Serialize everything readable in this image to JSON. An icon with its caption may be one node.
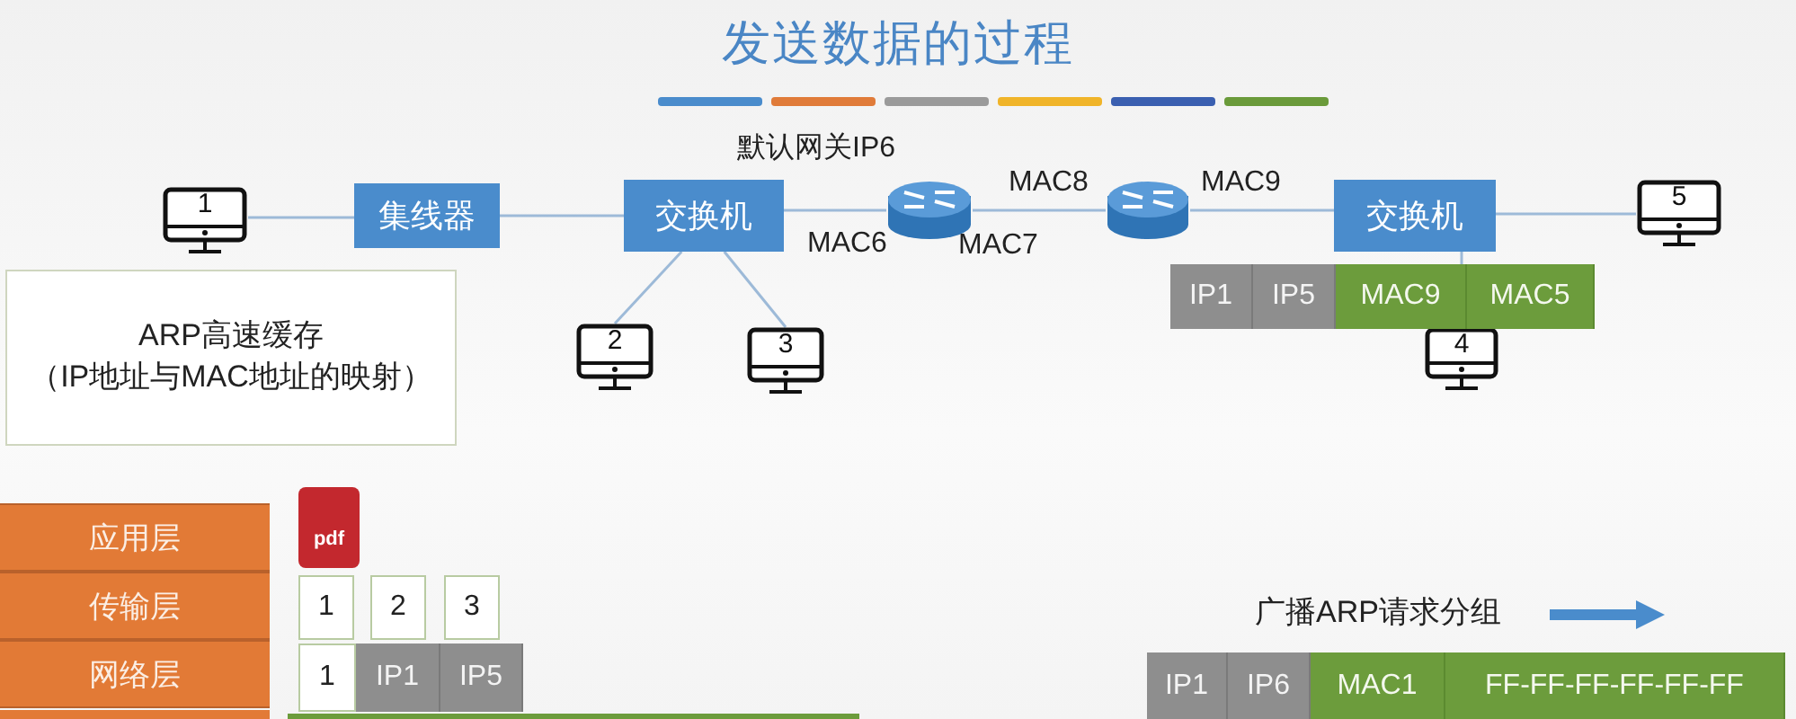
{
  "diagram": {
    "title": "发送数据的过程",
    "nodes": [
      {
        "text": [
          "1"
        ]
      },
      {
        "text": [
          "集线器"
        ]
      },
      {
        "text": [
          "交换机"
        ]
      },
      {
        "text": [],
        "shape": "picture",
        "beside": [
          "默认网关IP6",
          "MAC6",
          "MAC7"
        ]
      },
      {
        "text": [],
        "shape": "picture",
        "beside": [
          "MAC8",
          "MAC9"
        ]
      },
      {
        "text": [
          "交换机"
        ]
      },
      {
        "text": [
          "5"
        ]
      },
      {
        "text": [
          "2"
        ]
      },
      {
        "text": [
          "3"
        ]
      },
      {
        "text": [
          "4"
        ]
      },
      {
        "text": [
          "ARP高速缓存",
          "（IP地址与MAC地址的映射）"
        ]
      }
    ],
    "edges": [
      {
        "from": 0,
        "to": 1,
        "arrow": "none"
      },
      {
        "from": 1,
        "to": 2,
        "arrow": "none"
      },
      {
        "from": 2,
        "to": 3,
        "arrow": "none"
      },
      {
        "from": 3,
        "to": 4,
        "arrow": "none"
      },
      {
        "from": 4,
        "to": 5,
        "arrow": "none"
      },
      {
        "from": 5,
        "to": 6,
        "arrow": "none"
      },
      {
        "from": 2,
        "to": 7,
        "arrow": "none"
      },
      {
        "from": 2,
        "to": 8,
        "arrow": "none"
      },
      {
        "from": 5,
        "to": 9,
        "arrow": "none"
      }
    ],
    "labels": [
      "IP1",
      "IP5",
      "MAC9",
      "MAC5",
      "应用层",
      "pdf",
      "传输层",
      "1",
      "2",
      "3",
      "网络层",
      "1",
      "IP1",
      "IP5",
      "广播ARP请求分组",
      "IP1",
      "IP6",
      "MAC1",
      "FF-FF-FF-FF-FF-FF"
    ]
  }
}
